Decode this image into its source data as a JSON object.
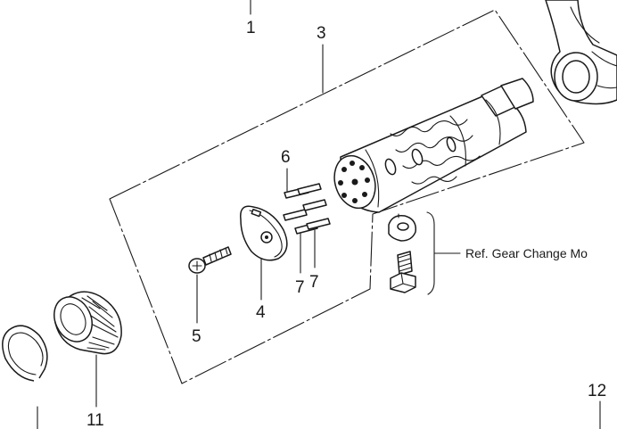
{
  "callouts": {
    "c1": "1",
    "c3": "3",
    "c4": "4",
    "c5": "5",
    "c6": "6",
    "c7a": "7",
    "c7b": "7",
    "c11": "11",
    "c12": "12"
  },
  "reference_note": "Ref.  Gear Change Mo"
}
